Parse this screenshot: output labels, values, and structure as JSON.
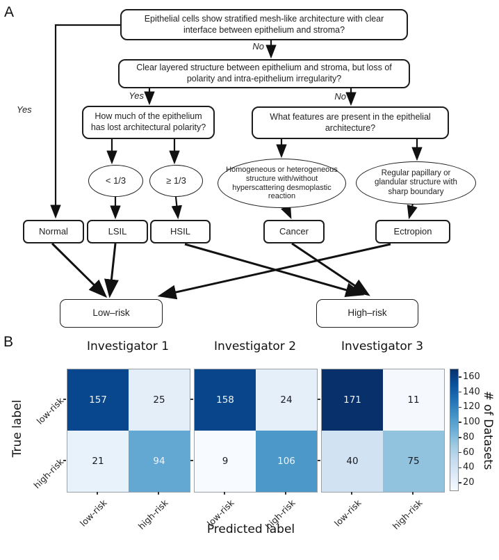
{
  "figure": {
    "panel_a_label": "A",
    "panel_b_label": "B"
  },
  "flowchart": {
    "q1": "Epithelial cells show stratified mesh-like architecture with clear interface between epithelium and stroma?",
    "q2": "Clear layered structure between epithelium and stroma, but loss of polarity and intra-epithelium irregularity?",
    "q3": "How much of the epithelium has lost architectural polarity?",
    "q4": "What features are present in the epithelial architecture?",
    "lt_third": "< 1/3",
    "ge_third": "≥ 1/3",
    "cancer_desc": "Homogeneous or heterogeneous structure with/without hyperscattering desmoplastic reaction",
    "ectropion_desc": "Regular papillary or glandular structure with sharp boundary",
    "outcomes": {
      "normal": "Normal",
      "lsil": "LSIL",
      "hsil": "HSIL",
      "cancer": "Cancer",
      "ectropion": "Ectropion"
    },
    "risks": {
      "low": "Low–risk",
      "high": "High–risk"
    },
    "edge_labels": {
      "no_top": "No",
      "yes_left": "Yes",
      "yes_mid": "Yes",
      "no_mid": "No"
    }
  },
  "chart_data": {
    "type": "heatmap",
    "subtype": "confusion-matrix",
    "xlabel": "Predicted label",
    "ylabel": "True label",
    "categories": [
      "low-risk",
      "high-risk"
    ],
    "matrices": [
      {
        "name": "Investigator 1",
        "values": [
          [
            157,
            25
          ],
          [
            21,
            94
          ]
        ]
      },
      {
        "name": "Investigator 2",
        "values": [
          [
            158,
            24
          ],
          [
            9,
            106
          ]
        ]
      },
      {
        "name": "Investigator 3",
        "values": [
          [
            171,
            11
          ],
          [
            40,
            75
          ]
        ]
      }
    ],
    "colorbar": {
      "label": "# of Datasets",
      "ticks": [
        160,
        140,
        120,
        100,
        80,
        60,
        40,
        20
      ],
      "vmin": 9,
      "vmax": 171,
      "colormap": "Blues",
      "position": "right"
    },
    "legend": false,
    "grid": false
  }
}
